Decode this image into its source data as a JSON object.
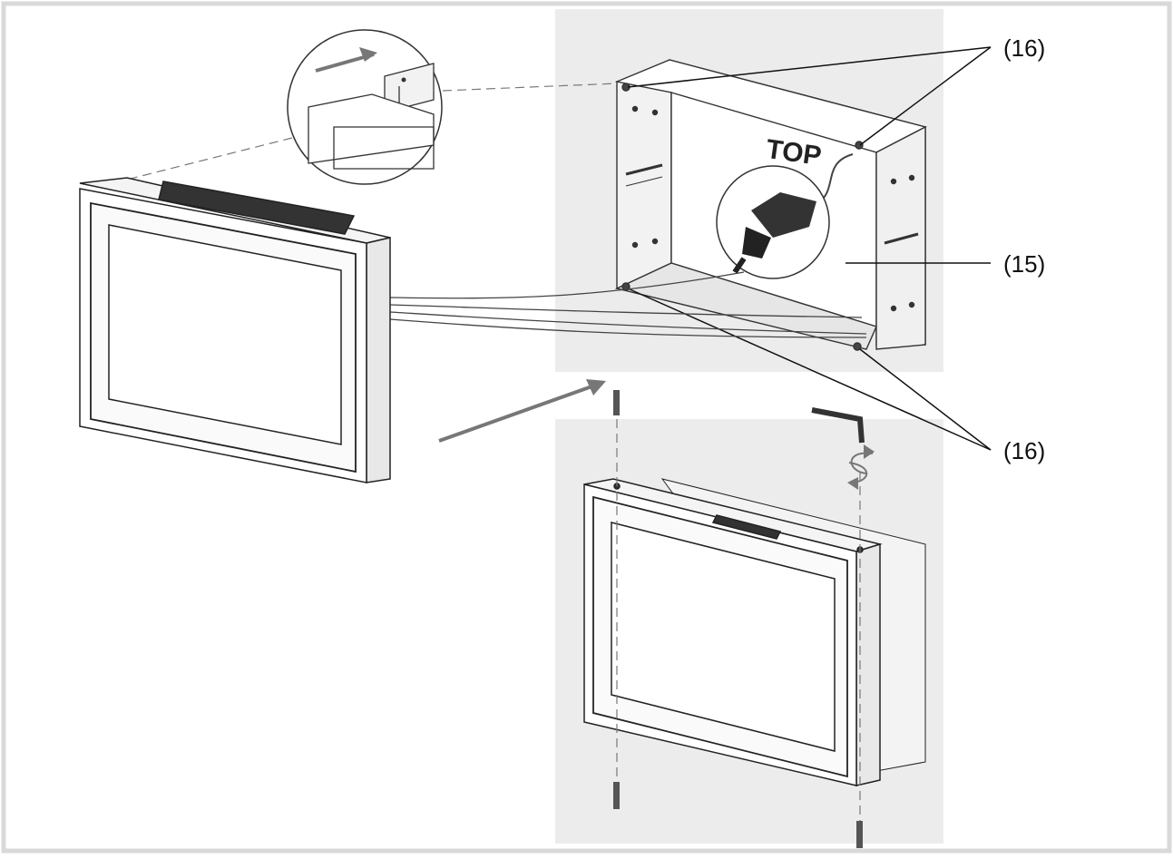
{
  "diagram": {
    "box_marking": "TOP",
    "callouts": {
      "screws_top": "(16)",
      "flush_box": "(15)",
      "screws_bottom": "(16)"
    }
  }
}
